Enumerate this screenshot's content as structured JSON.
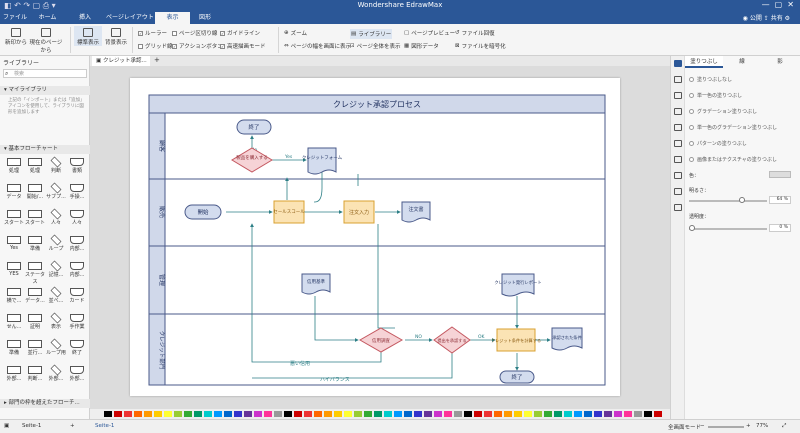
{
  "app": {
    "title": "Wondershare EdrawMax",
    "user": "公開",
    "share": "共有"
  },
  "tabs": [
    "ファイル",
    "ホーム",
    "挿入",
    "ページレイアウト",
    "表示",
    "図形"
  ],
  "ribbon": {
    "btn1": "新印から",
    "btn2": "現在のページから",
    "btn3": "標準表示",
    "btn4": "背景表示",
    "ruler": "ルーラー",
    "pagebreak": "ページ区切り線",
    "guide": "ガイドライン",
    "grid": "グリッド線",
    "action": "アクションボタン",
    "fast": "高速描画モード",
    "zoom": "ズーム",
    "fit": "ページの幅を画面に表示",
    "fullpage": "ページ全体を表示",
    "library": "ライブラリー",
    "preview": "ページプレビュー",
    "shapedata": "図形データ",
    "repair": "ファイル回復",
    "encrypt": "ファイルを暗号化"
  },
  "left": {
    "header": "ライブラリー",
    "search_placeholder": "検索",
    "mylib": "マイライブラリ",
    "mylib_hint": "上記の「インポート」または「追加」アイコンを使用して、ライブラリに図形を追加します",
    "basic": "基本フローチャート",
    "shapes": [
      "処理",
      "処理",
      "判断",
      "書類",
      "データ",
      "開始/...",
      "サブプ...",
      "手操...",
      "スタート",
      "スタート",
      "人々",
      "人々",
      "Yes",
      "準備",
      "ループ",
      "内部...",
      "YES",
      "ステータス",
      "記憶...",
      "内部...",
      "横で...",
      "データ...",
      "並べ...",
      "カード",
      "せん...",
      "証明",
      "表示",
      "手作業",
      "準備",
      "並行...",
      "ループ用",
      "終了",
      "外部...",
      "判断...",
      "外部...",
      "外部..."
    ],
    "bottom": "部門の枠を超えたフローチ..."
  },
  "doc_tab": "クレジット承認...",
  "chart": {
    "title": "クレジット承認プロセス",
    "lanes": [
      "顧客",
      "販売",
      "管理",
      "クレジット部門"
    ],
    "nodes": {
      "end1": "終了",
      "purchase": "製品を購入する",
      "form": "クレジットフォーム",
      "start": "開始",
      "sales": "セールスコール",
      "order": "注文入力",
      "orderdoc": "注文書",
      "cred": "信用基準",
      "report": "クレジット発行レポート",
      "review": "信用調査",
      "approve": "提出を承認する",
      "limit": "クレジット条件を計算する",
      "approved": "承認された条件",
      "end2": "終了"
    },
    "labels": {
      "no": "No",
      "yes": "Yes",
      "no2": "NO",
      "ok": "OK",
      "bad": "悪い信用",
      "high": "ハイバランス"
    }
  },
  "right": {
    "tabs": [
      "塗りつぶし",
      "線",
      "影"
    ],
    "options": [
      "塗りつぶしなし",
      "単一色の塗りつぶし",
      "グラデーション塗りつぶし",
      "単一色のグラデーション塗りつぶし",
      "パターンの塗りつぶし",
      "画像またはテクスチャの塗りつぶし"
    ],
    "color": "色：",
    "brightness": "明るさ：",
    "brightness_val": "64 %",
    "transparency": "透明度：",
    "transparency_val": "0 %"
  },
  "status": {
    "page": "Seite-1",
    "pagetab": "Seite-1",
    "fullscreen": "全画面モード",
    "zoom": "77%"
  }
}
